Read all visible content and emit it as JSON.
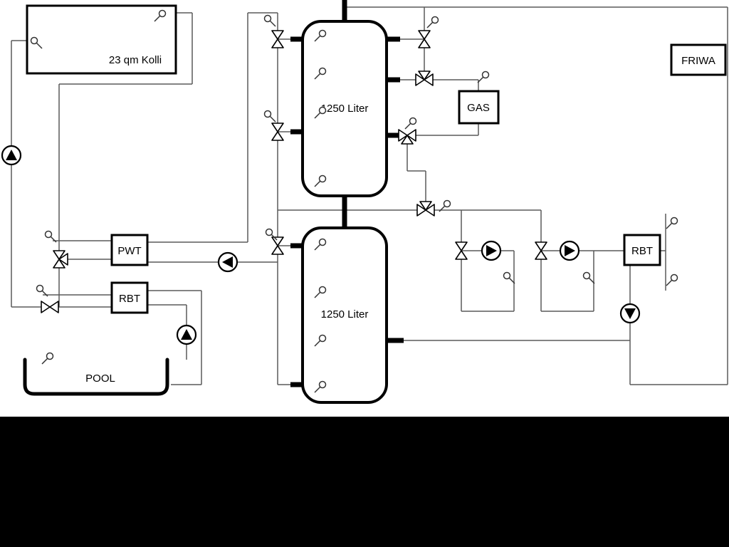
{
  "diagram": {
    "collector": {
      "label": "23 qm Kolli"
    },
    "tank_top": {
      "label": "1250 Liter"
    },
    "tank_bottom": {
      "label": "1250 Liter"
    },
    "gas_boiler": {
      "label": "GAS"
    },
    "friwa": {
      "label": "FRIWA"
    },
    "pwt": {
      "label": "PWT"
    },
    "rbt_left": {
      "label": "RBT"
    },
    "rbt_right": {
      "label": "RBT"
    },
    "pool": {
      "label": "POOL"
    }
  },
  "icons": {
    "pump": "circle-with-solid-triangle",
    "valve": "bowtie-two-triangles",
    "three_way_valve": "bowtie-three-triangles",
    "sensor": "small-circle-with-stem"
  },
  "colors": {
    "pipe": "#5a5a5a",
    "component_outline": "#000000",
    "background": "#ffffff",
    "bottom_band": "#000000"
  }
}
